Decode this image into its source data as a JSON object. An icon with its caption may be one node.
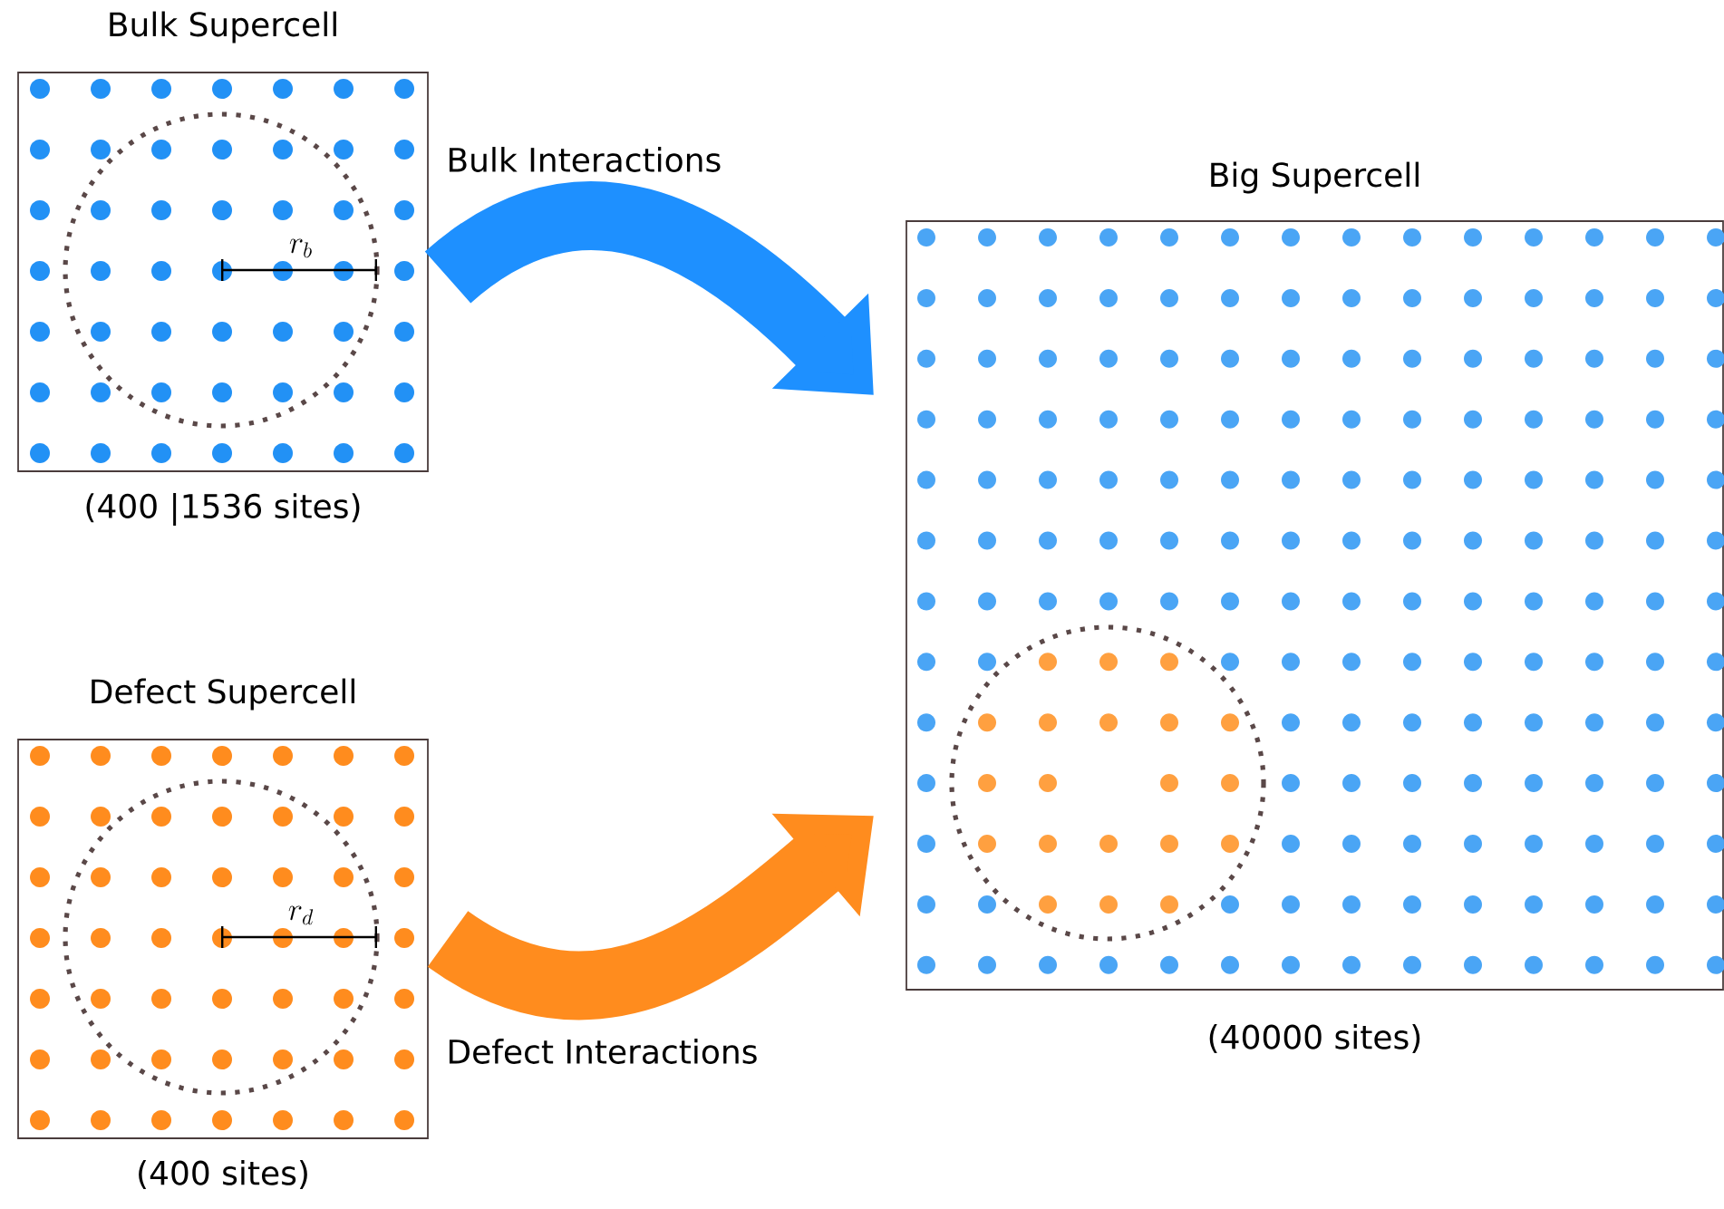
{
  "diagram": {
    "nodes": [
      {
        "text": [
          "Bulk Supercell"
        ],
        "beside": [
          "(400 |1536 sites)"
        ]
      },
      {
        "text": [
          "Defect Supercell"
        ],
        "beside": [
          "(400 sites)"
        ]
      },
      {
        "text": [
          "Big Supercell"
        ],
        "beside": [
          "(40000 sites)"
        ]
      }
    ],
    "edges": [
      {
        "from": 0,
        "to": 2,
        "arrow": "to",
        "label": "Bulk Interactions",
        "color": "#1e90ff"
      },
      {
        "from": 1,
        "to": 2,
        "arrow": "to",
        "label": "Defect Interactions",
        "color": "#ff8c1e"
      }
    ],
    "labels": [
      "r_b",
      "r_d"
    ]
  }
}
